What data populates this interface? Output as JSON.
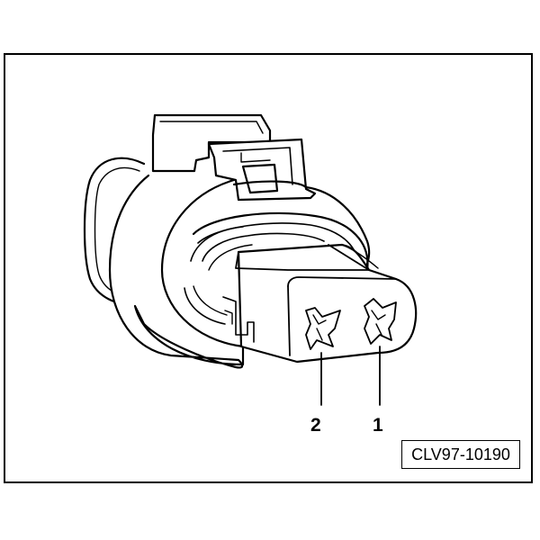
{
  "figure": {
    "reference_code": "CLV97-10190",
    "pins": [
      {
        "label": "1"
      },
      {
        "label": "2"
      }
    ],
    "line_color": "#000000",
    "background_color": "#ffffff"
  }
}
